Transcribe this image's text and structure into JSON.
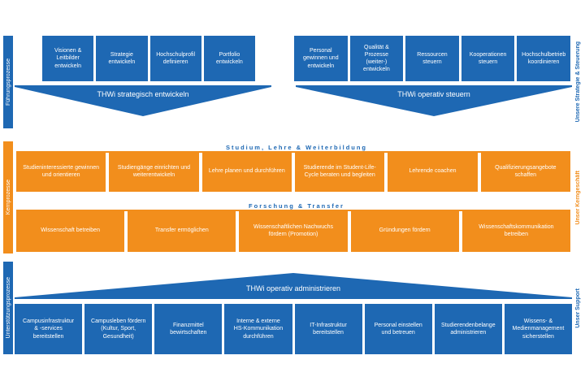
{
  "colors": {
    "blue": "#1e68b3",
    "orange": "#f28e1c",
    "text_blue": "#1e68b3",
    "text_orange": "#f28e1c"
  },
  "sections": {
    "fuehrung": {
      "side_label": "Führungsprozesse",
      "right_label": "Unsere Strategie & Steuerung",
      "left_boxes": [
        "Visionen &\nLeitbilder\nentwickeln",
        "Strategie\nentwickeln",
        "Hochschulprofil\ndefinieren",
        "Portfolio\nentwickeln"
      ],
      "right_boxes": [
        "Personal\ngewinnen und\nentwickeln",
        "Qualität &\nProzesse\n(weiter-)\nentwickeln",
        "Ressourcen\nsteuern",
        "Kooperationen\nsteuern",
        "Hochschulbetrieb\nkoordinieren"
      ],
      "left_banner": "THWi strategisch entwickeln",
      "right_banner": "THWi operativ steuern"
    },
    "kern": {
      "side_label": "Kernprozesse",
      "right_label": "Unser Kerngeschäft",
      "studium_title": "Studium, Lehre & Weiterbildung",
      "studium_boxes": [
        "Studieninteressierte gewinnen\nund orientieren",
        "Studiengänge einrichten und\nweiterentwickeln",
        "Lehre planen und durchführen",
        "Studierende im Student-Life-\nCycle beraten und begleiten",
        "Lehrende coachen",
        "Qualifizierungsangebote\nschaffen"
      ],
      "forschung_title": "Forschung & Transfer",
      "forschung_boxes": [
        "Wissenschaft betreiben",
        "Transfer ermöglichen",
        "Wissenschaftlichen Nachwuchs\nfördern (Promotion)",
        "Gründungen fördern",
        "Wissenschaftskommunikation\nbetreiben"
      ]
    },
    "unterstuetzung": {
      "side_label": "Unterstützungsprozesse",
      "right_label": "Unser Support",
      "banner": "THWi operativ administrieren",
      "boxes": [
        "Campusinfrastruktur\n& -services\nbereitstellen",
        "Campusleben fördern\n(Kultur, Sport,\nGesundheit)",
        "Finanzmittel\nbewirtschaften",
        "Interne & externe\nHS-Kommunikation\ndurchführen",
        "IT-Infrastruktur\nbereitstellen",
        "Personal einstellen\nund betreuen",
        "Studierendenbelange\nadministrieren",
        "Wissens- &\nMedienmanagement\nsicherstellen"
      ]
    }
  }
}
